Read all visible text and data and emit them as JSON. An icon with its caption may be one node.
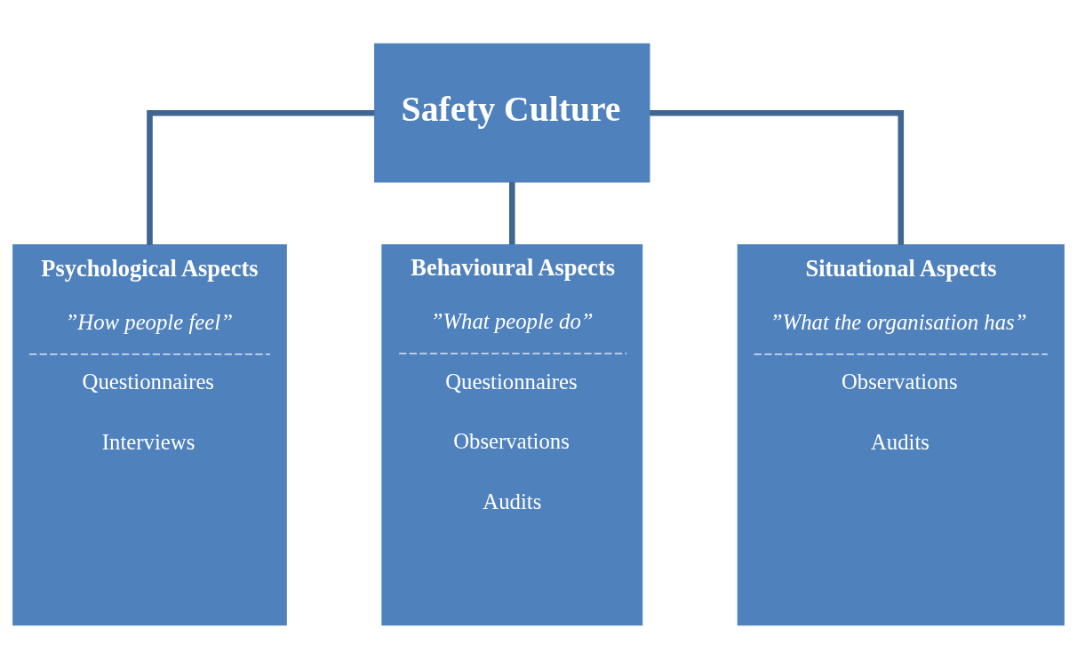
{
  "diagram": {
    "nodes": [
      {
        "text": [
          "Safety Culture"
        ]
      },
      {
        "text": [
          "Psychological Aspects",
          "”How people feel”",
          "Questionnaires",
          "Interviews"
        ]
      },
      {
        "text": [
          "Behavioural Aspects",
          "”What people do”",
          "Questionnaires",
          "Observations",
          "Audits"
        ]
      },
      {
        "text": [
          "Situational Aspects",
          "”What the organisation has”",
          "Observations",
          "Audits"
        ]
      }
    ],
    "edges": [
      {
        "from": 0,
        "to": 1,
        "arrow": "none"
      },
      {
        "from": 0,
        "to": 2,
        "arrow": "none"
      },
      {
        "from": 0,
        "to": 3,
        "arrow": "none"
      }
    ]
  }
}
